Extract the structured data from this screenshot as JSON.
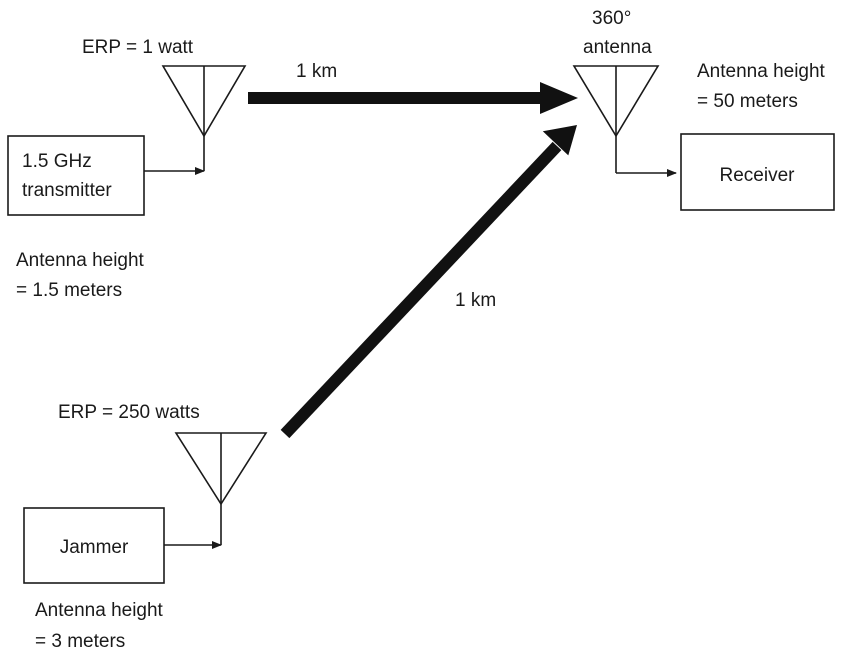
{
  "transmitter": {
    "erp_label": "ERP = 1 watt",
    "box_line1": "1.5 GHz",
    "box_line2": "transmitter",
    "height_line1": "Antenna height",
    "height_line2": "= 1.5 meters"
  },
  "receiver": {
    "antenna_line1": "360°",
    "antenna_line2": "antenna",
    "height_line1": "Antenna height",
    "height_line2": "= 50 meters",
    "box_label": "Receiver"
  },
  "jammer": {
    "erp_label": "ERP = 250 watts",
    "box_label": "Jammer",
    "height_line1": "Antenna height",
    "height_line2": "= 3 meters"
  },
  "links": {
    "transmitter_to_receiver": "1 km",
    "jammer_to_receiver": "1 km"
  }
}
